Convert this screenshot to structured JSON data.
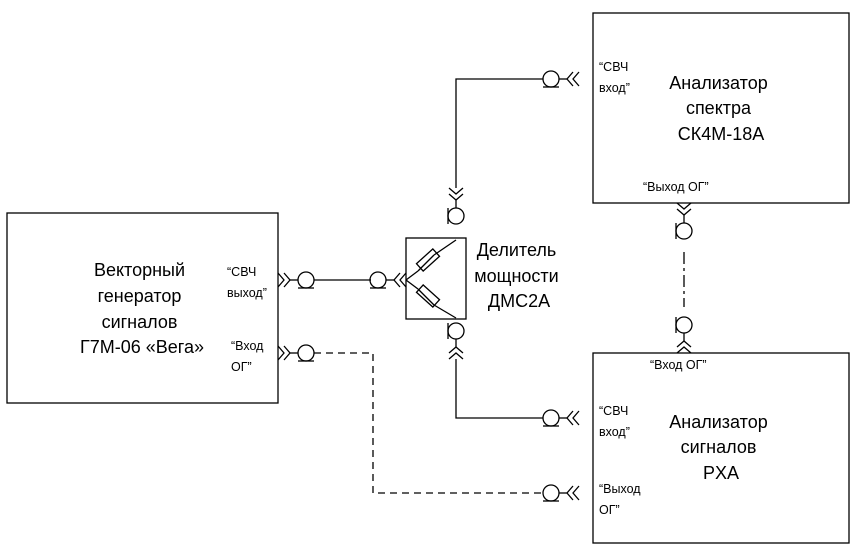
{
  "generator": {
    "title_lines": [
      "Векторный",
      "генератор",
      "сигналов",
      "Г7М-06 «Вега»"
    ],
    "port_rf_out": [
      "“СВЧ",
      "выход”"
    ],
    "port_ref_in": [
      "“Вход",
      "ОГ”"
    ]
  },
  "splitter": {
    "title_lines": [
      "Делитель",
      "мощности",
      "ДМС2А"
    ]
  },
  "spectrum_analyzer": {
    "title_lines": [
      "Анализатор",
      "спектра",
      "СК4М-18А"
    ],
    "port_rf_in": [
      "“СВЧ",
      "вход”"
    ],
    "port_ref_out": "“Выход ОГ”"
  },
  "signal_analyzer": {
    "title_lines": [
      "Анализатор",
      "сигналов",
      "PXA"
    ],
    "port_ref_in": "“Вход ОГ”",
    "port_rf_in": [
      "“СВЧ",
      "вход”"
    ],
    "port_ref_out": [
      "“Выход",
      "ОГ”"
    ]
  }
}
